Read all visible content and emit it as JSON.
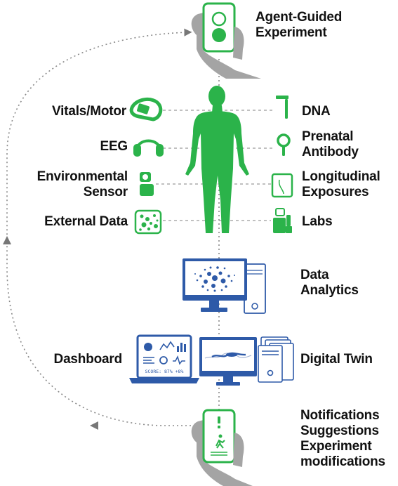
{
  "colors": {
    "green": "#2bb34a",
    "blue": "#2e5aa8",
    "gray": "#9a9a9a",
    "text": "#111111"
  },
  "top": {
    "line1": "Agent-Guided",
    "line2": "Experiment"
  },
  "left_sensors": {
    "vitals": "Vitals/Motor",
    "eeg": "EEG",
    "env_line1": "Environmental",
    "env_line2": "Sensor",
    "external": "External Data"
  },
  "right_sensors": {
    "dna": "DNA",
    "prenatal_line1": "Prenatal",
    "prenatal_line2": "Antibody",
    "long_line1": "Longitudinal",
    "long_line2": "Exposures",
    "labs": "Labs"
  },
  "analytics": {
    "line1": "Data",
    "line2": "Analytics"
  },
  "dashboard": {
    "label": "Dashboard",
    "score_text": "SCORE: 87% +8%"
  },
  "digital_twin": {
    "label": "Digital Twin"
  },
  "bottom": {
    "line1": "Notifications",
    "line2": "Suggestions",
    "line3": "Experiment",
    "line4": "modifications"
  },
  "icons": [
    "phone-hand-icon",
    "human-figure-icon",
    "watch-icon",
    "headphones-icon",
    "camera-sensor-icon",
    "data-dots-icon",
    "dna-swab-icon",
    "antibody-icon",
    "exposure-tile-icon",
    "lab-equipment-icon",
    "desktop-computer-icon",
    "laptop-icon",
    "server-stack-icon"
  ]
}
